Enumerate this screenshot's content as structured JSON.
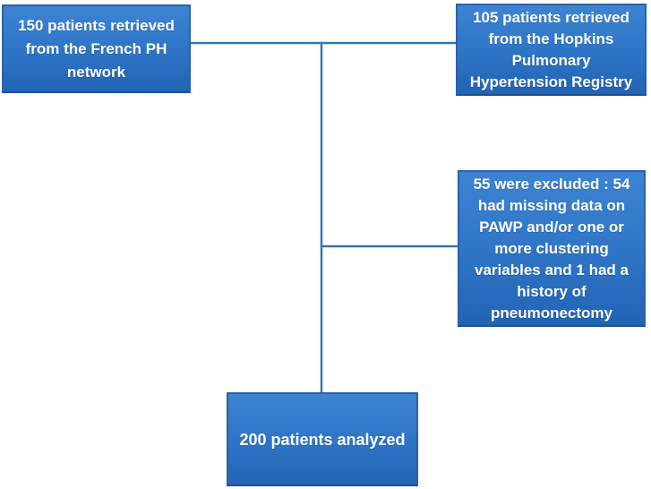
{
  "theme": {
    "page_bg": "#ffffff",
    "box_fill": "#2e74c6",
    "box_grad_top": "#3d84d3",
    "box_grad_bottom": "#2263b4",
    "box_border": "#2b62a7",
    "box_border_dark": "#1e5192",
    "line_color": "#2e74b5",
    "text_color": "#ffffff"
  },
  "diagram": {
    "type": "flowchart",
    "nodes": [
      {
        "id": "french-ph",
        "text": "150 patients retrieved from the French PH network",
        "lines": [
          "150 patients retrieved",
          "from the French PH",
          "network"
        ]
      },
      {
        "id": "hopkins-registry",
        "text": "105 patients retrieved from the Hopkins Pulmonary Hypertension Registry",
        "lines": [
          "105 patients retrieved",
          "from the Hopkins",
          "Pulmonary",
          "Hypertension Registry"
        ]
      },
      {
        "id": "excluded",
        "text": "55 were excluded : 54 had missing data on PAWP and/or one or more clustering variables and 1 had a history of pneumonectomy",
        "lines": [
          "55 were excluded : 54",
          "had missing data on",
          "PAWP and/or one or",
          "more clustering",
          "variables and 1 had a",
          "history of",
          "pneumonectomy"
        ]
      },
      {
        "id": "analyzed",
        "text": "200 patients analyzed",
        "lines": [
          "200 patients analyzed"
        ]
      }
    ],
    "connectors": [
      {
        "id": "top-horizontal",
        "from": "french-ph",
        "to": "hopkins-registry"
      },
      {
        "id": "vertical",
        "from": "top-horizontal",
        "to": "analyzed"
      },
      {
        "id": "excluded-branch",
        "from": "vertical",
        "to": "excluded"
      }
    ]
  }
}
